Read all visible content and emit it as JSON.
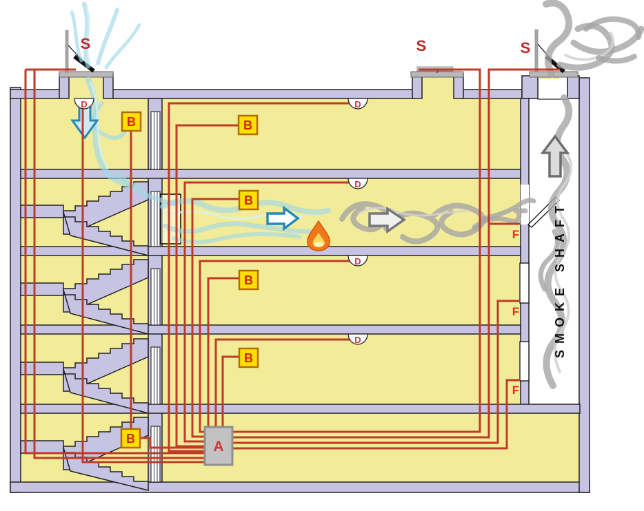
{
  "colors": {
    "wall": "#c7c3e2",
    "room": "#f2ec98",
    "wire_red": "#bf3a28",
    "label_red": "#c22626",
    "button_bg": "#ffdf00",
    "button_border": "#b36b00",
    "panel_gray": "#c2c2c2",
    "air_blue": "#9fd8e8",
    "air_arrow_blue": "#2389b5",
    "smoke_gray": "#a5a5a5",
    "smoke_arrow_gray": "#777777",
    "flame_orange": "#f07818",
    "flame_yellow": "#ffd95e",
    "vent_metal": "#b9b9b9"
  },
  "vents": [
    {
      "label": "S",
      "state": "open"
    },
    {
      "label": "S",
      "state": "closed"
    },
    {
      "label": "S",
      "state": "open"
    }
  ],
  "detectors": [
    {
      "label": "D"
    },
    {
      "label": "D"
    },
    {
      "label": "D"
    },
    {
      "label": "D"
    },
    {
      "label": "D"
    }
  ],
  "call_points": [
    {
      "label": "B"
    },
    {
      "label": "B"
    },
    {
      "label": "B"
    },
    {
      "label": "B"
    },
    {
      "label": "B"
    },
    {
      "label": "B"
    }
  ],
  "dampers": [
    {
      "label": "F",
      "state": "open"
    },
    {
      "label": "F",
      "state": "closed"
    },
    {
      "label": "F",
      "state": "closed"
    }
  ],
  "control_panel": {
    "label": "A"
  },
  "smoke_shaft": {
    "label": "SMOKE SHAFT"
  }
}
